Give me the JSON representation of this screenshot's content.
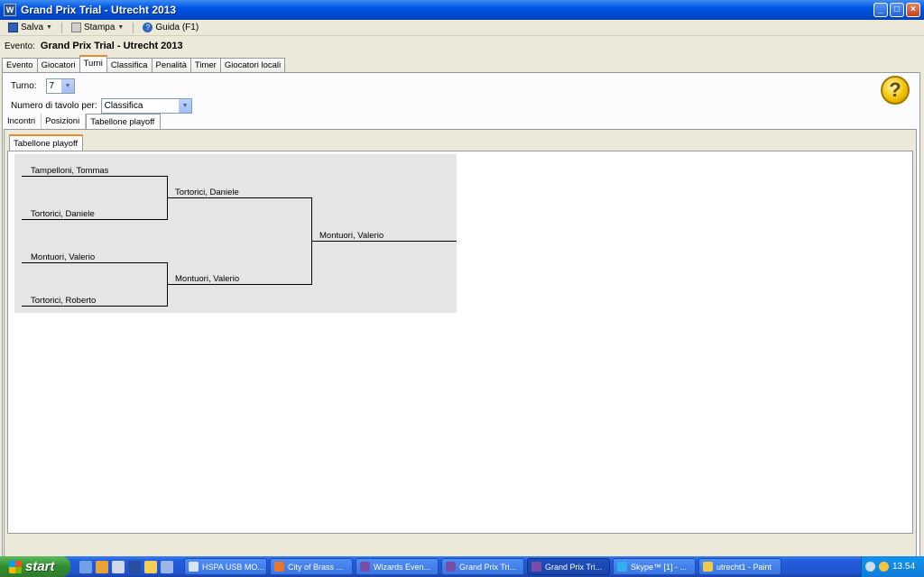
{
  "window": {
    "title": "Grand Prix Trial - Utrecht 2013"
  },
  "toolbar": {
    "save": "Salva",
    "print": "Stampa",
    "help": "Guida (F1)"
  },
  "event": {
    "label": "Evento:",
    "name": "Grand Prix Trial - Utrecht 2013"
  },
  "tabs": [
    "Evento",
    "Giocatori",
    "Turni",
    "Classifica",
    "Penalità",
    "Timer",
    "Giocatori locali"
  ],
  "turno": {
    "label": "Turno:",
    "value": "7"
  },
  "tavolo": {
    "label": "Numero di tavolo per:",
    "value": "Classifica"
  },
  "subtabs": [
    "Incontri",
    "Posizioni",
    "Tabellone playoff"
  ],
  "inner_tab": "Tabellone playoff",
  "bracket": {
    "semis": [
      "Tampelloni, Tommas",
      "Tortorici, Daniele",
      "Montuori, Valerio",
      "Tortorici, Roberto"
    ],
    "finals": [
      "Tortorici, Daniele",
      "Montuori, Valerio"
    ],
    "winner": "Montuori, Valerio"
  },
  "taskbar": {
    "start": "start",
    "buttons": [
      "HSPA USB MO...",
      "City of Brass ...",
      "Wizards Even...",
      "Grand Prix Tri...",
      "Grand Prix Tri...",
      "Skype™ [1] - ...",
      "utrecht1 - Paint"
    ],
    "clock": "13.54"
  }
}
